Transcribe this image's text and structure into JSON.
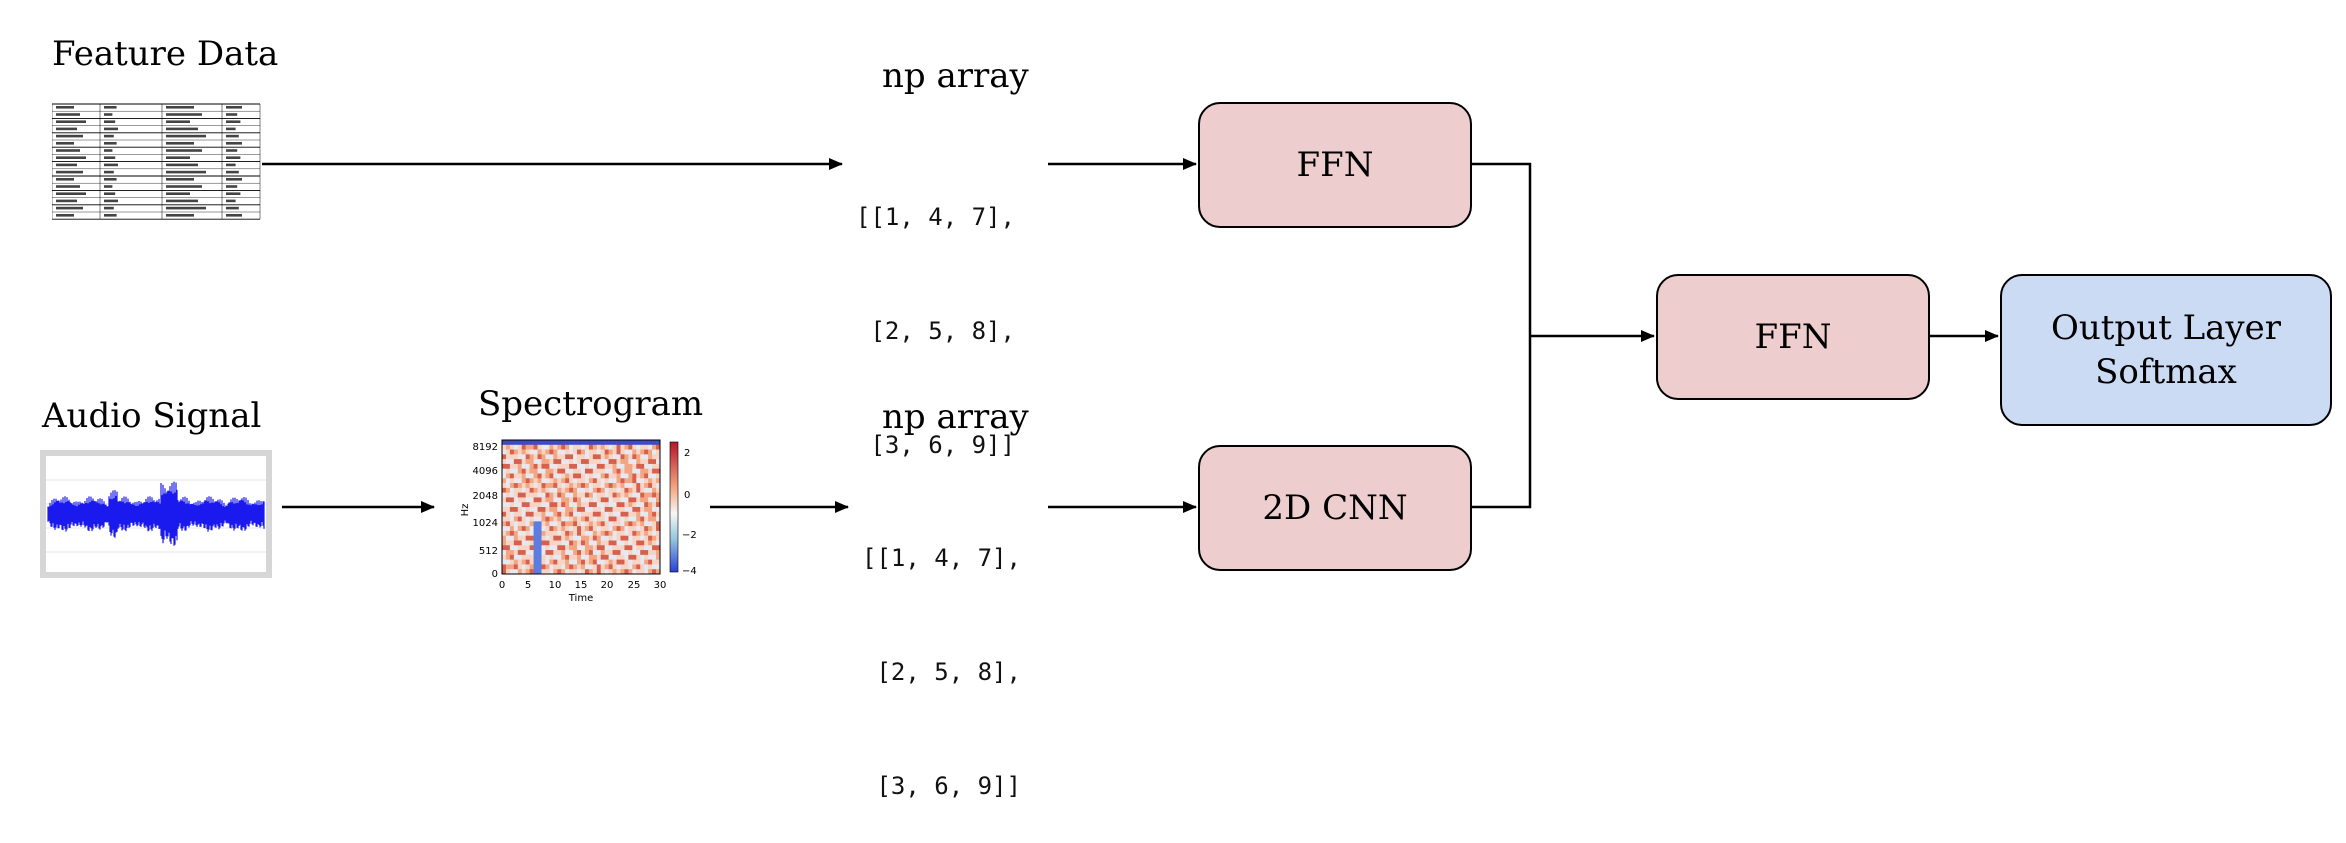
{
  "inputs": {
    "feature_data_label": "Feature Data",
    "audio_signal_label": "Audio Signal",
    "spectrogram_label": "Spectrogram"
  },
  "arrays": {
    "top_label": "np array",
    "top_rows": [
      "[[1, 4, 7],",
      " [2, 5, 8],",
      " [3, 6, 9]]"
    ],
    "bottom_label": "np array",
    "bottom_rows": [
      "[[1, 4, 7],",
      " [2, 5, 8],",
      " [3, 6, 9]]"
    ]
  },
  "blocks": {
    "ffn_top": "FFN",
    "cnn": "2D CNN",
    "ffn_merge": "FFN",
    "output_line1": "Output Layer",
    "output_line2": "Softmax"
  },
  "spectrogram": {
    "yaxis_label": "Hz",
    "xaxis_label": "Time",
    "y_ticks": [
      "8192",
      "4096",
      "2048",
      "1024",
      "512",
      "0"
    ],
    "x_ticks": [
      "0",
      "5",
      "10",
      "15",
      "20",
      "25",
      "30"
    ],
    "colorbar_ticks": [
      "2",
      "0",
      "−2",
      "−4"
    ]
  },
  "colors": {
    "ffn_fill": "#edcdcd",
    "output_fill": "#cbdbf3",
    "waveform": "#1a1aee"
  }
}
